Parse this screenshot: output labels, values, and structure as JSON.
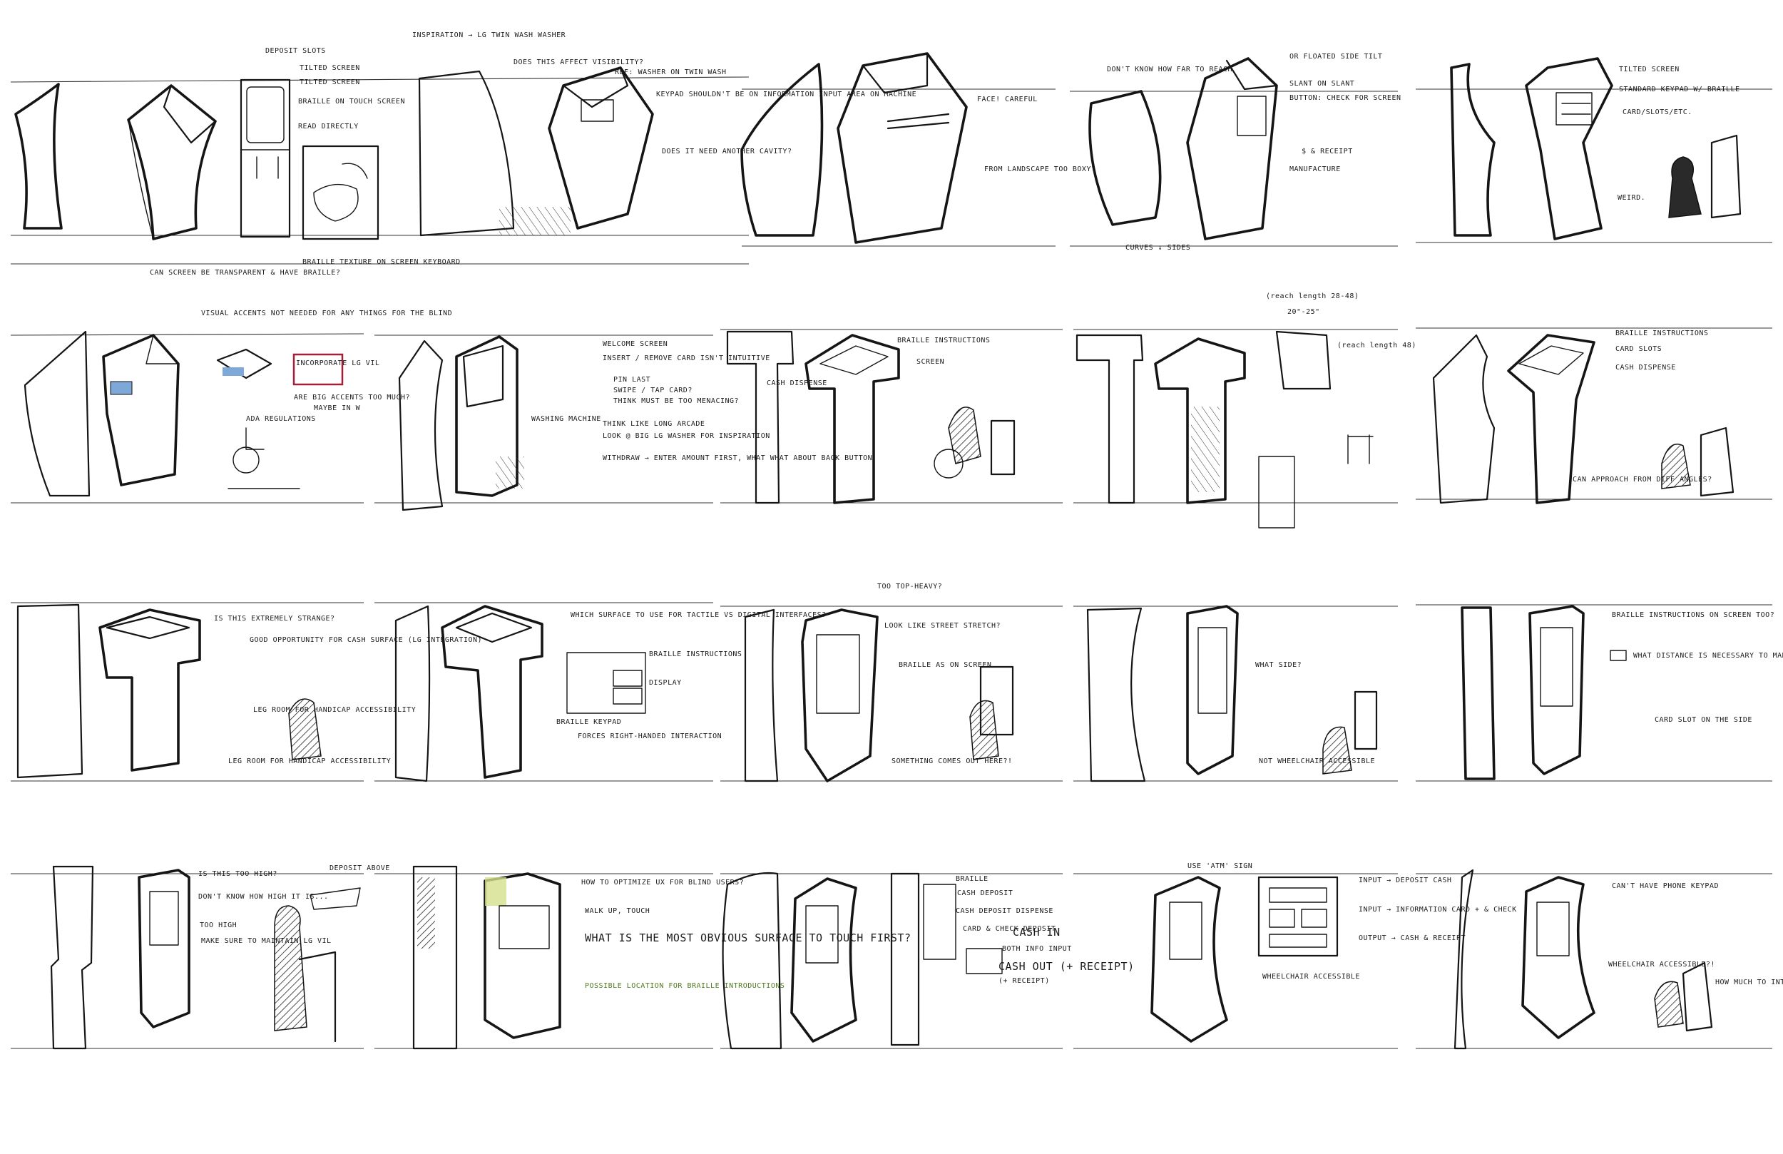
{
  "colors": {
    "paper": "#ffffff",
    "ink": "#151515",
    "accent_red": "#a01f3a",
    "accent_blue": "#7da8d8",
    "accent_green": "#b7c96a"
  },
  "rows": [
    {
      "panels": [
        {
          "notes": [
            "DEPOSIT SLOTS",
            "TILTED SCREEN",
            "TILTED SCREEN",
            "BRAILLE ON TOUCH SCREEN",
            "READ DIRECTLY",
            "BRAILLE TEXTURE ON SCREEN KEYBOARD",
            "CAN SCREEN BE TRANSPARENT & HAVE BRAILLE?"
          ]
        },
        {
          "notes": [
            "INSPIRATION → LG TWIN WASH WASHER",
            "DOES THIS AFFECT VISIBILITY?",
            "REF: WASHER ON TWIN WASH",
            "KEYPAD SHOULDN'T BE ON INFORMATION INPUT AREA ON MACHINE",
            "DOES IT NEED ANOTHER CAVITY?"
          ]
        },
        {
          "notes": [
            "FACE! CAREFUL",
            "FROM LANDSCAPE TOO BOXY?"
          ]
        },
        {
          "notes": [
            "DON'T KNOW HOW FAR TO REACH",
            "CURVES ↓ SIDES",
            "OR FLOATED SIDE TILT",
            "SLANT ON SLANT",
            "BUTTON: CHECK FOR SCREEN",
            "$ & RECEIPT",
            "MANUFACTURE"
          ]
        },
        {
          "notes": [
            "TILTED SCREEN",
            "STANDARD KEYPAD W/ BRAILLE",
            "CARD/SLOTS/ETC.",
            "WEIRD."
          ]
        }
      ]
    },
    {
      "panels": [
        {
          "notes": [
            "VISUAL ACCENTS NOT NEEDED FOR ANY THINGS FOR THE BLIND",
            "INCORPORATE LG VIL",
            "ARE BIG ACCENTS TOO MUCH?",
            "MAYBE IN W",
            "ADA REGULATIONS"
          ]
        },
        {
          "notes": [
            "WASHING MACHINE",
            "WELCOME SCREEN",
            "INSERT / REMOVE CARD ISN'T INTUITIVE",
            "PIN LAST",
            "SWIPE / TAP CARD?",
            "THINK MUST BE TOO MENACING?",
            "THINK LIKE LONG ARCADE",
            "LOOK @ BIG LG WASHER FOR INSPIRATION",
            "WITHDRAW → ENTER AMOUNT FIRST, WHAT WHAT ABOUT BACK BUTTON"
          ]
        },
        {
          "notes": [
            "CASH DISPENSE",
            "BRAILLE INSTRUCTIONS",
            "SCREEN"
          ]
        },
        {
          "notes": [
            "(reach length 28-48)",
            "20\"-25\"",
            "(reach length 48)"
          ]
        },
        {
          "notes": [
            "BRAILLE INSTRUCTIONS",
            "CARD SLOTS",
            "CASH DISPENSE",
            "CAN APPROACH FROM DIFF ANGLES?"
          ]
        }
      ]
    },
    {
      "panels": [
        {
          "notes": [
            "IS THIS EXTREMELY STRANGE?",
            "GOOD OPPORTUNITY FOR CASH SURFACE (LG INTEGRATION)",
            "LEG ROOM FOR HANDICAP ACCESSIBILITY"
          ]
        },
        {
          "notes": [
            "WHICH SURFACE TO USE FOR TACTILE VS DIGITAL INTERFACES?",
            "BRAILLE INSTRUCTIONS",
            "DISPLAY",
            "BRAILLE KEYPAD",
            "FORCES RIGHT-HANDED INTERACTION"
          ]
        },
        {
          "notes": [
            "TOO TOP-HEAVY?",
            "LOOK LIKE STREET STRETCH?",
            "BRAILLE AS ON SCREEN",
            "SOMETHING COMES OUT HERE?!"
          ]
        },
        {
          "notes": [
            "WHAT SIDE?",
            "NOT WHEELCHAIR ACCESSIBLE"
          ]
        },
        {
          "notes": [
            "BRAILLE INSTRUCTIONS ON SCREEN TOO?",
            "WHAT DISTANCE IS NECESSARY TO MAKE IT HANDICAP WHEELCHAIR ACCESSIBLE?",
            "CARD SLOT ON THE SIDE"
          ]
        }
      ]
    },
    {
      "panels": [
        {
          "notes": [
            "IS THIS TOO HIGH?",
            "DON'T KNOW HOW HIGH IT IS...",
            "TOO HIGH",
            "MAKE SURE TO MAINTAIN LG VIL",
            "DEPOSIT ABOVE"
          ]
        },
        {
          "notes": [
            "HOW TO OPTIMIZE UX FOR BLIND USERS?",
            "WALK UP, TOUCH",
            "WHAT IS THE MOST OBVIOUS SURFACE TO TOUCH FIRST?",
            "POSSIBLE LOCATION FOR BRAILLE INTRODUCTIONS"
          ]
        },
        {
          "notes": [
            "BRAILLE",
            "CASH DEPOSIT",
            "CASH DEPOSIT DISPENSE",
            "CARD & CHECK DEPOSIT",
            "CASH IN",
            "BOTH INFO INPUT",
            "CASH OUT (+ RECEIPT)"
          ]
        },
        {
          "notes": [
            "USE 'ATM' SIGN",
            "INPUT → DEPOSIT CASH",
            "INPUT → INFORMATION CARD + & CHECK",
            "OUTPUT → CASH & RECEIPT",
            "WHEELCHAIR ACCESSIBLE"
          ]
        },
        {
          "notes": [
            "CAN'T HAVE PHONE KEYPAD",
            "WHEELCHAIR ACCESSIBLE?!",
            "HOW MUCH TO INTEGRATE IN LOCK ACCESSIBILITY?"
          ]
        }
      ]
    }
  ]
}
